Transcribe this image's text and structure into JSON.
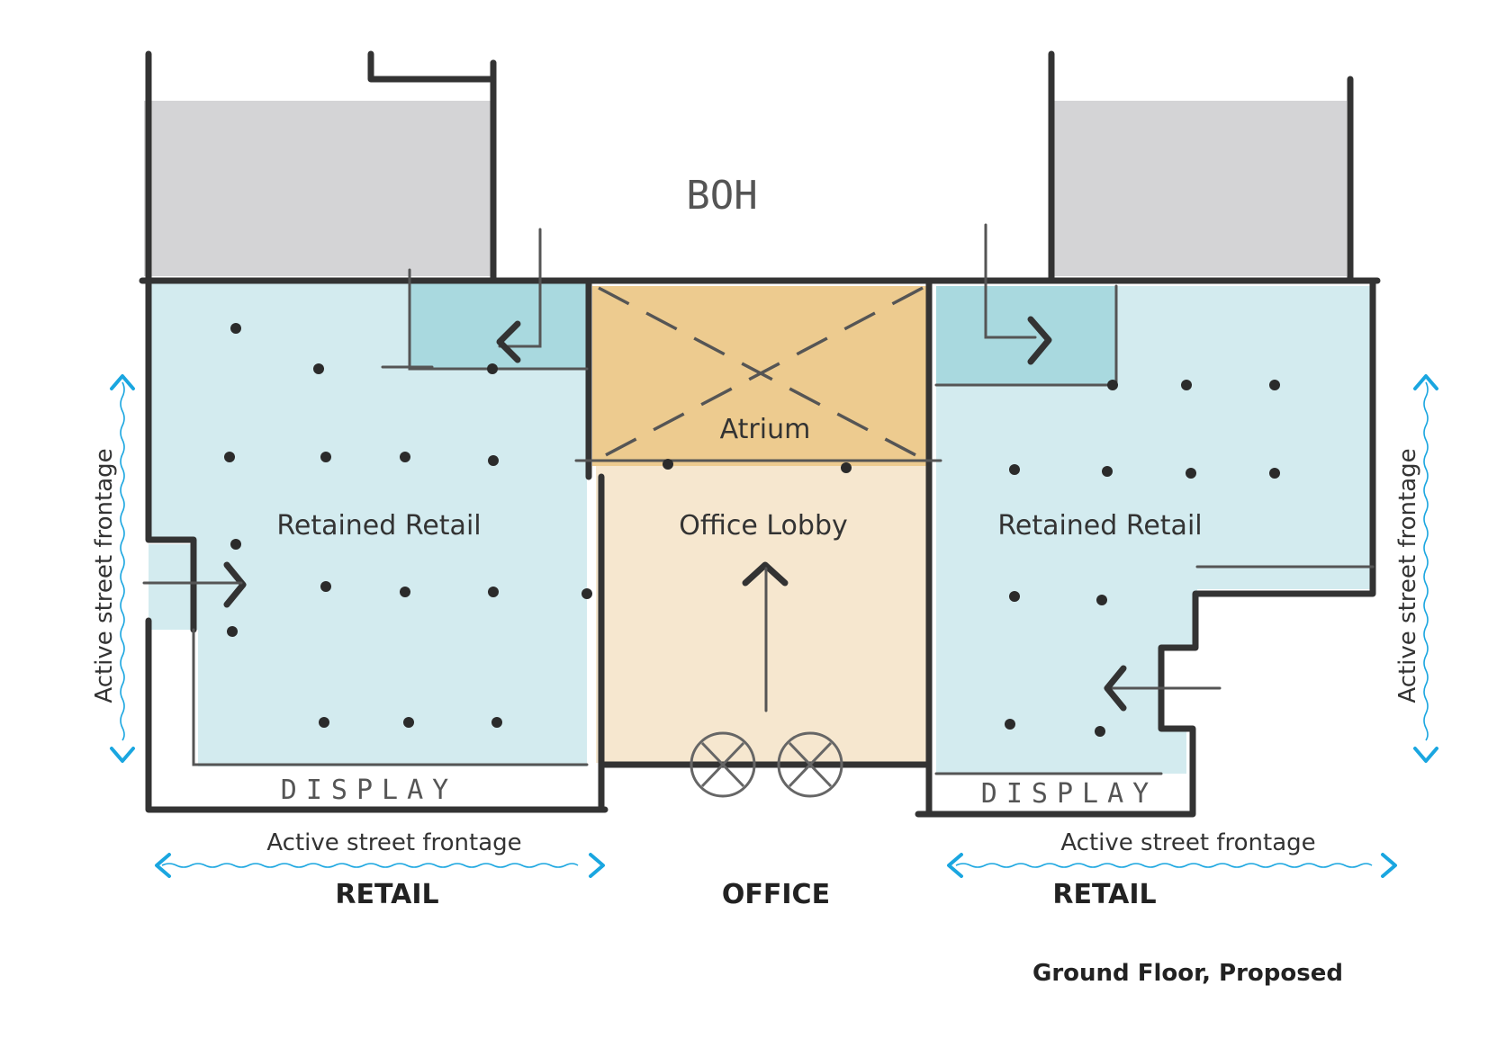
{
  "labels": {
    "boh": "BOH",
    "atrium": "Atrium",
    "office_lobby": "Office Lobby",
    "retained_retail_left": "Retained Retail",
    "retained_retail_right": "Retained Retail",
    "display_left": "DISPLAY",
    "display_right": "DISPLAY",
    "frontage_left_vertical": "Active street frontage",
    "frontage_right_vertical": "Active street frontage",
    "frontage_bottom_left": "Active street frontage",
    "frontage_bottom_right": "Active street frontage",
    "zone_retail_left": "RETAIL",
    "zone_office": "OFFICE",
    "zone_retail_right": "RETAIL",
    "caption": "Ground Floor, Proposed"
  },
  "colors": {
    "retail_fill": "#d3ebef",
    "retail_accent": "#a9d9df",
    "atrium_fill": "#edcb8f",
    "lobby_fill": "#f6e7cf",
    "existing_fill": "#d4d4d6",
    "wall": "#333333",
    "frontage_arrow": "#1aa6e0"
  },
  "icons": [
    "entry-arrow-icon",
    "revolving-door-icon",
    "double-headed-arrow-icon"
  ]
}
